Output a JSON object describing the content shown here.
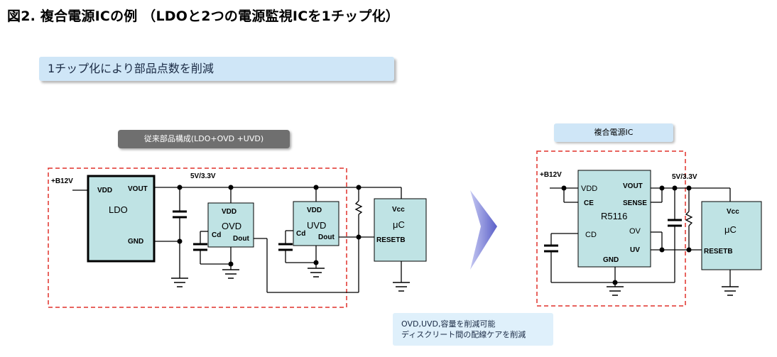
{
  "title": "図2. 複合電源ICの例 （LDOと2つの電源監視ICを1チップ化）",
  "banner": "1チップ化により部品点数を削減",
  "left_label": "従来部品構成(LDO+OVD +UVD)",
  "right_label": "複合電源IC",
  "note": {
    "line1": "OVD,UVD,容量を削減可能",
    "line2": "ディスクリート間の配線ケアを削減"
  },
  "left_circuit": {
    "input": "+B12V",
    "rail": "5V/3.3V",
    "ldo": {
      "name": "LDO",
      "vdd": "VDD",
      "vout": "VOUT",
      "gnd": "GND"
    },
    "ovd": {
      "name": "OVD",
      "vdd": "VDD",
      "cd": "Cd",
      "dout": "Dout"
    },
    "uvd": {
      "name": "UVD",
      "vdd": "VDD",
      "cd": "Cd",
      "dout": "Dout"
    },
    "mcu": {
      "vcc": "Vcc",
      "name": "μC",
      "reset": "RESETB"
    }
  },
  "right_circuit": {
    "input": "+B12V",
    "rail": "5V/3.3V",
    "ic": {
      "vdd": "VDD",
      "vout": "VOUT",
      "ce": "CE",
      "sense": "SENSE",
      "name": "R5116",
      "cd": "CD",
      "ov": "OV",
      "uv": "UV",
      "gnd": "GND"
    },
    "mcu": {
      "vcc": "Vcc",
      "name": "μC",
      "reset": "RESETB"
    }
  },
  "colors": {
    "block_fill": "#bfe3e4",
    "dashed_box": "#e0302a",
    "arrow": "#6a6fcf",
    "banner_bg": "#cfe6f7",
    "conv_label_bg": "#6f6f6f"
  }
}
